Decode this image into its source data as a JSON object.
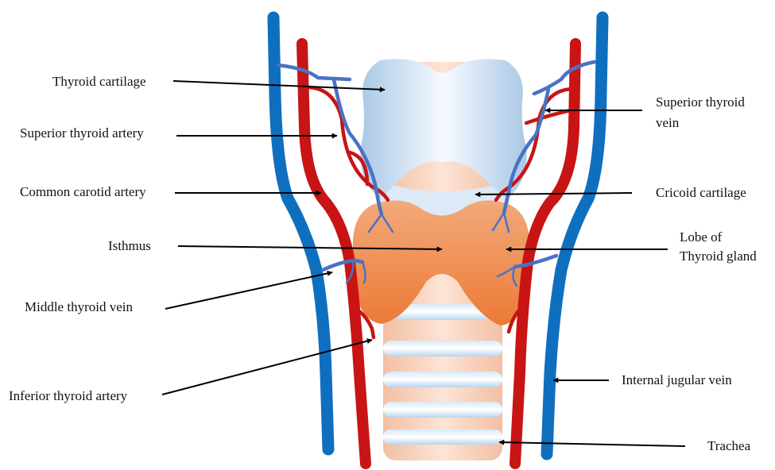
{
  "labels": {
    "thyroid_cartilage": "Thyroid cartilage",
    "superior_thyroid_artery": "Superior thyroid artery",
    "common_carotid_artery": "Common carotid artery",
    "isthmus": "Isthmus",
    "middle_thyroid_vein": "Middle thyroid vein",
    "inferior_thyroid_artery": "Inferior thyroid artery",
    "superior_thyroid_vein_l1": "Superior thyroid",
    "superior_thyroid_vein_l2": "vein",
    "cricoid_cartilage": "Cricoid cartilage",
    "lobe_l1": "Lobe of",
    "lobe_l2": "Thyroid gland",
    "internal_jugular_vein": "Internal jugular vein",
    "trachea": "Trachea"
  },
  "colors": {
    "vein": "#0f6fbf",
    "artery": "#c81414",
    "small_vein": "#4a72c4",
    "thyroid_cartilage": "#b8d4ee",
    "trachea": "#f6c9ad",
    "trachea_ring": "#c7dff2",
    "thyroid_gland": "#ee874a"
  }
}
